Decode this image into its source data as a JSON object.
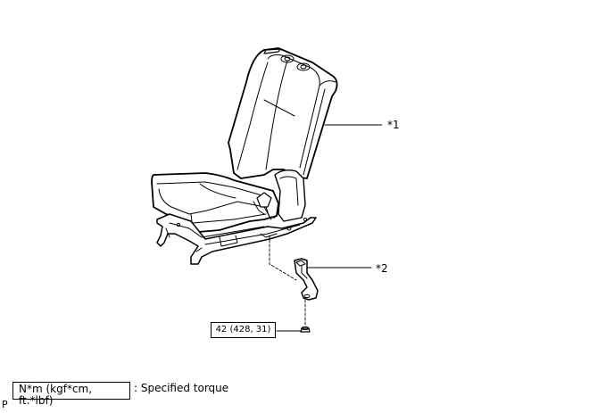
{
  "callouts": {
    "seat": "*1",
    "belt_buckle": "*2"
  },
  "torque": {
    "value": "42 (428, 31)"
  },
  "legend": {
    "unit": "N*m (kgf*cm, ft.*lbf)",
    "description": ": Specified torque"
  },
  "corner_code": "P"
}
